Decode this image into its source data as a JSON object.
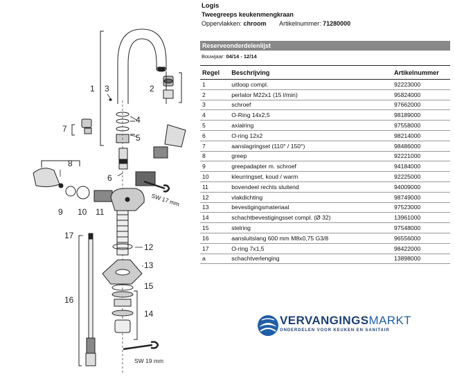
{
  "header": {
    "brand": "Logis",
    "product": "Tweegreeps keukenmengkraan",
    "surface_label": "Oppervlakken:",
    "surface_value": "chroom",
    "article_label": "Artikelnummer:",
    "article_value": "71280000"
  },
  "parts_list": {
    "title": "Reserveonderdelenlijst",
    "build_label": "Bouwjaar:",
    "build_value": "04/14 - 12/14",
    "columns": [
      "Regel",
      "Beschrijving",
      "Artikelnummer"
    ],
    "rows": [
      [
        "1",
        "uitloop compl.",
        "92223000"
      ],
      [
        "2",
        "perlator M22x1 (15 l/min)",
        "95824000"
      ],
      [
        "3",
        "schroef",
        "97662000"
      ],
      [
        "4",
        "O-Ring 14x2,5",
        "98189000"
      ],
      [
        "5",
        "axialring",
        "97558000"
      ],
      [
        "6",
        "O-ring 12x2",
        "98214000"
      ],
      [
        "7",
        "aanslagringset (110° / 150°)",
        "98486000"
      ],
      [
        "8",
        "greep",
        "92221000"
      ],
      [
        "9",
        "greepadapter m. schroef",
        "94184000"
      ],
      [
        "10",
        "kleurringset, koud / warm",
        "92225000"
      ],
      [
        "11",
        "bovendeel rechts sluitend",
        "94009000"
      ],
      [
        "12",
        "vlakdichting",
        "98749000"
      ],
      [
        "13",
        "bevestigingsmateriaal",
        "97523000"
      ],
      [
        "14",
        "schachtbevestigingsset compl. (Ø 32)",
        "13961000"
      ],
      [
        "15",
        "stelring",
        "97548000"
      ],
      [
        "16",
        "aansluitslang 600 mm  M8x0,75  G3/8",
        "96556000"
      ],
      [
        "17",
        "O-ring 7x1,5",
        "98422000"
      ],
      [
        "a",
        "schachtverlenging",
        "13898000"
      ]
    ]
  },
  "diagram": {
    "callouts": {
      "n1": "1",
      "n2": "2",
      "n3": "3",
      "n4": "4",
      "n5": "5",
      "n6": "6",
      "n7": "7",
      "n8": "8",
      "n9": "9",
      "n10": "10",
      "n11": "11",
      "n12": "12",
      "n13": "13",
      "n14": "14",
      "n15": "15",
      "n16": "16",
      "n17": "17"
    },
    "wrench_top": "SW 17 mm",
    "wrench_bottom": "SW 19 mm"
  },
  "logo": {
    "word_bold": "VERVANGINGS",
    "word_light": "MARKT",
    "tagline": "ONDERDELEN VOOR KEUKEN EN SANITAIR"
  }
}
